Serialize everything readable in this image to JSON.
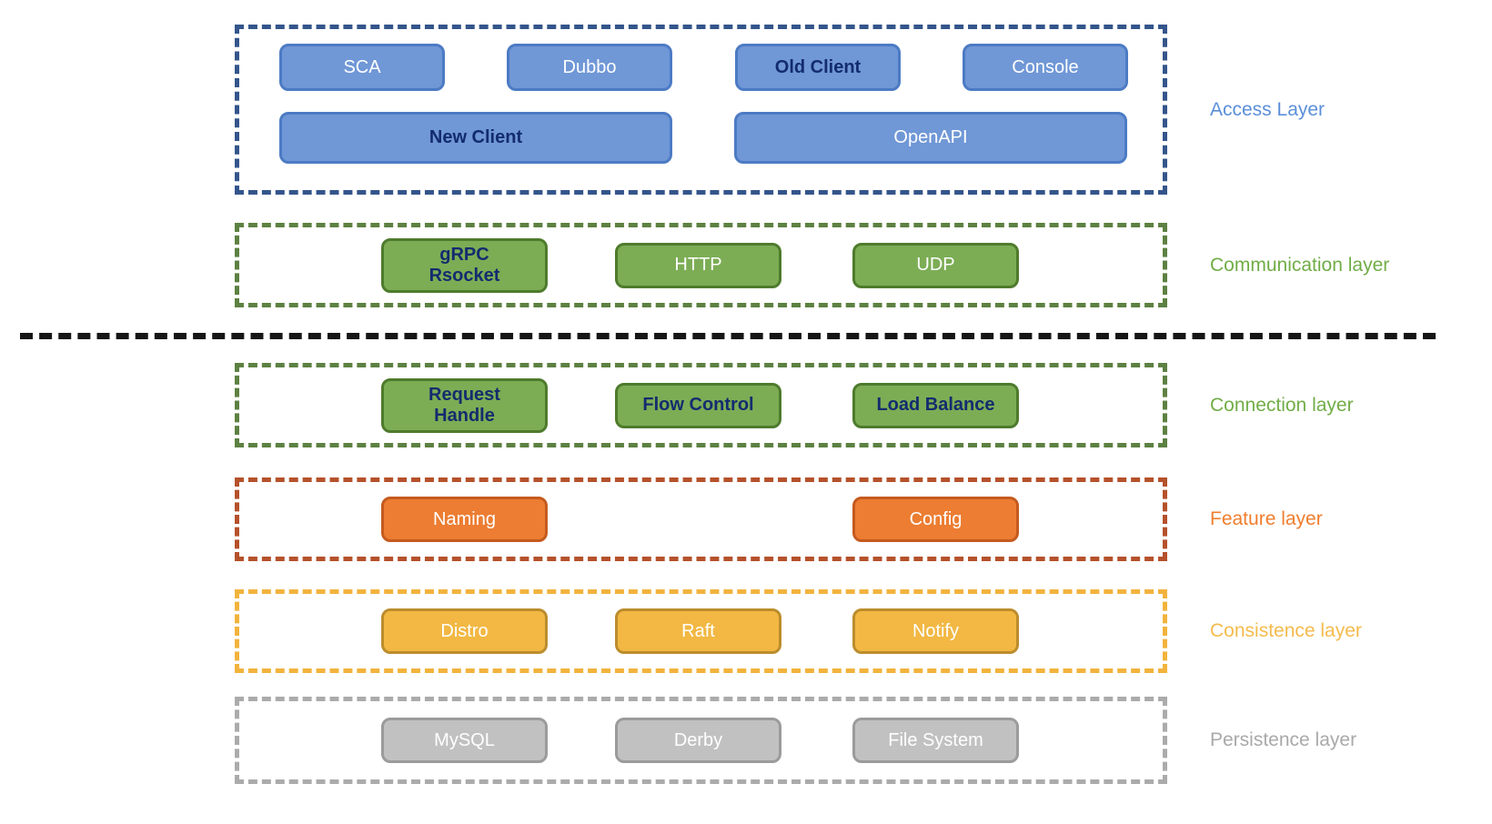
{
  "diagram": {
    "layers": {
      "access": {
        "label": "Access Layer",
        "row1": [
          "SCA",
          "Dubbo",
          "Old Client",
          "Console"
        ],
        "row2": [
          "New Client",
          "OpenAPI"
        ]
      },
      "communication": {
        "label": "Communication layer",
        "boxes": [
          "gRPC\nRsocket",
          "HTTP",
          "UDP"
        ]
      },
      "connection": {
        "label": "Connection layer",
        "boxes": [
          "Request\nHandle",
          "Flow Control",
          "Load Balance"
        ]
      },
      "feature": {
        "label": "Feature layer",
        "boxes": [
          "Naming",
          "Config"
        ]
      },
      "consistence": {
        "label": "Consistence layer",
        "boxes": [
          "Distro",
          "Raft",
          "Notify"
        ]
      },
      "persistence": {
        "label": "Persistence layer",
        "boxes": [
          "MySQL",
          "Derby",
          "File System"
        ]
      }
    },
    "colors": {
      "access_box_fill": "#7097D6",
      "access_box_border": "#4C7BC4",
      "access_outline": "#34558B",
      "access_label": "#5B8FD9",
      "emphasis_text": "#132C6E",
      "green_box_fill": "#7CAD55",
      "green_box_border": "#4E7B2C",
      "green_outline": "#5D8142",
      "green_label": "#71AD47",
      "orange_box_fill": "#EC7D32",
      "orange_box_border": "#C55A1E",
      "orange_outline": "#B5512B",
      "orange_label": "#F07E2E",
      "yellow_box_fill": "#F2B843",
      "yellow_box_border": "#BC8D2D",
      "yellow_outline": "#F2B33D",
      "yellow_label": "#F5BB4D",
      "gray_box_fill": "#C1C1C1",
      "gray_box_border": "#9B9B9B",
      "gray_outline": "#ABABAB",
      "gray_label": "#A9A9A9",
      "divider": "#161616"
    }
  }
}
